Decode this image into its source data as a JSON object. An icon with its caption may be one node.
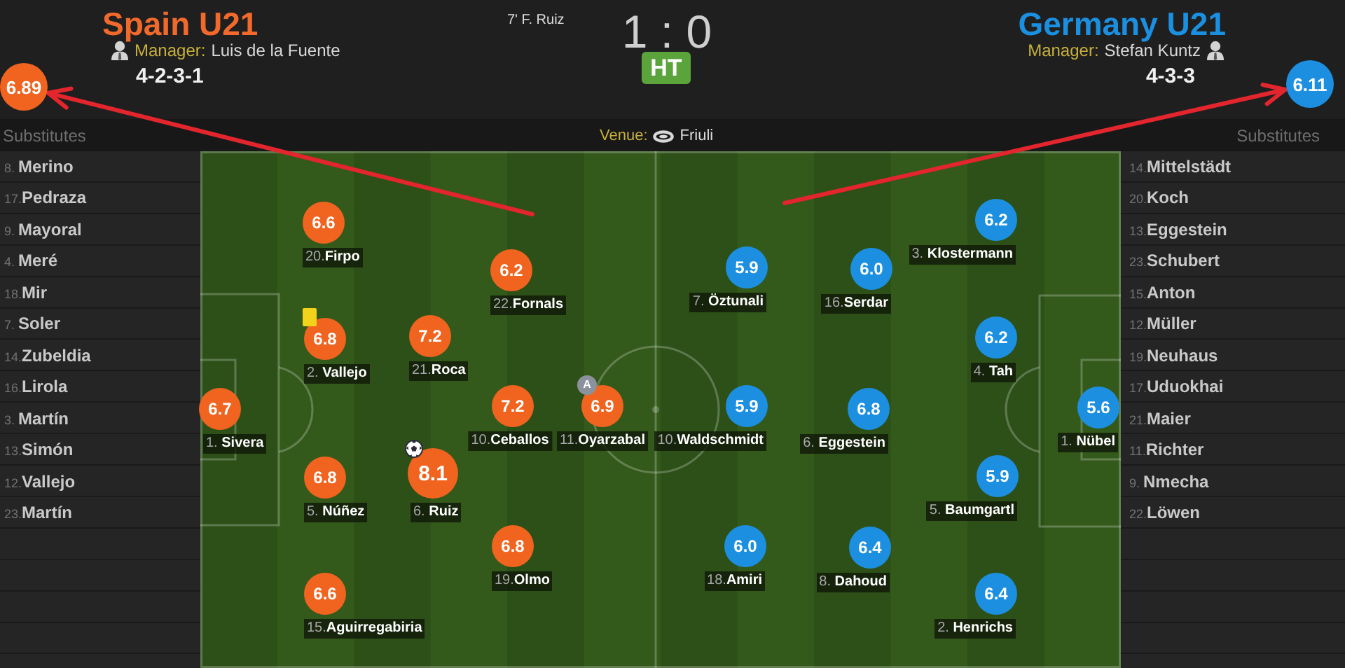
{
  "diagram": {
    "nodes": [
      {
        "text": [
          "6.89"
        ]
      },
      {
        "text": [
          "HT"
        ]
      },
      {
        "text": [
          "6.11"
        ]
      },
      {
        "text": [
          "6.7"
        ],
        "beside": [
          "1. **Sivera**"
        ]
      },
      {
        "text": [
          "6.6"
        ],
        "beside": [
          "20.**Firpo**"
        ]
      },
      {
        "text": [
          "6.8"
        ],
        "beside": [
          "2. **Vallejo**"
        ]
      },
      {
        "text": [
          "6.8"
        ],
        "beside": [
          "5. **Núñez**"
        ]
      },
      {
        "text": [
          "6.6"
        ],
        "beside": [
          "15.**Aguirregabiria**"
        ]
      },
      {
        "text": [
          "7.2"
        ],
        "beside": [
          "21.**Roca**"
        ]
      },
      {
        "text": [
          "8.1"
        ],
        "beside": [
          "6. **Ruiz**"
        ]
      },
      {
        "text": [
          "6.2"
        ],
        "beside": [
          "22.**Fornals**"
        ]
      },
      {
        "text": [
          "7.2"
        ],
        "beside": [
          "10.**Ceballos**"
        ]
      },
      {
        "text": [
          "6.8"
        ],
        "beside": [
          "19.**Olmo**"
        ]
      },
      {
        "text": [
          "6.9"
        ],
        "beside": [
          "11.**Oyarzabal**"
        ]
      },
      {
        "text": [
          "5.9"
        ],
        "beside": [
          "7. **Öztunali**"
        ]
      },
      {
        "text": [
          "5.9"
        ],
        "beside": [
          "10.**Waldschmidt**"
        ]
      },
      {
        "text": [
          "6.0"
        ],
        "beside": [
          "18.**Amiri**"
        ]
      },
      {
        "text": [
          "6.0"
        ],
        "beside": [
          "16.**Serdar**"
        ]
      },
      {
        "text": [
          "6.8"
        ],
        "beside": [
          "6. **Eggestein**"
        ]
      },
      {
        "text": [
          "6.4"
        ],
        "beside": [
          "8. **Dahoud**"
        ]
      },
      {
        "text": [
          "6.2"
        ],
        "beside": [
          "3. **Klostermann**"
        ]
      },
      {
        "text": [
          "6.2"
        ],
        "beside": [
          "4. **Tah**"
        ]
      },
      {
        "text": [
          "5.9"
        ],
        "beside": [
          "5. **Baumgartl**"
        ]
      },
      {
        "text": [
          "6.4"
        ],
        "beside": [
          "2. **Henrichs**"
        ]
      },
      {
        "text": [
          "5.6"
        ],
        "beside": [
          "1. **Nübel**"
        ]
      }
    ],
    "edges": [
      {
        "from": null,
        "to": 0,
        "arrow": "to"
      },
      {
        "from": null,
        "to": 2,
        "arrow": "to"
      }
    ],
    "labels": [
      "Spain U21",
      "Manager:",
      "Luis de la Fuente",
      "4-2-3-1",
      "7' F. Ruiz",
      "1 : 0",
      "Germany U21",
      "Manager:",
      "Stefan Kuntz",
      "4-3-3",
      "Substitutes",
      "Venue:",
      "Friuli",
      "Substitutes",
      "8. **Merino**",
      "17.**Pedraza**",
      "9. **Mayoral**",
      "4. **Meré**",
      "18.**Mir**",
      "7. **Soler**",
      "14.**Zubeldia**",
      "16.**Lirola**",
      "3. **Martín**",
      "13.**Simón**",
      "12.**Vallejo**",
      "23.**Martín**",
      "A",
      "14.**Mittelstädt**",
      "20.**Koch**",
      "13.**Eggestein**",
      "23.**Schubert**",
      "15.**Anton**",
      "12.**Müller**",
      "19.**Neuhaus**",
      "17.**Uduokhai**",
      "21.**Maier**",
      "11.**Richter**",
      "9. **Nmecha**",
      "22.**Löwen**"
    ]
  }
}
